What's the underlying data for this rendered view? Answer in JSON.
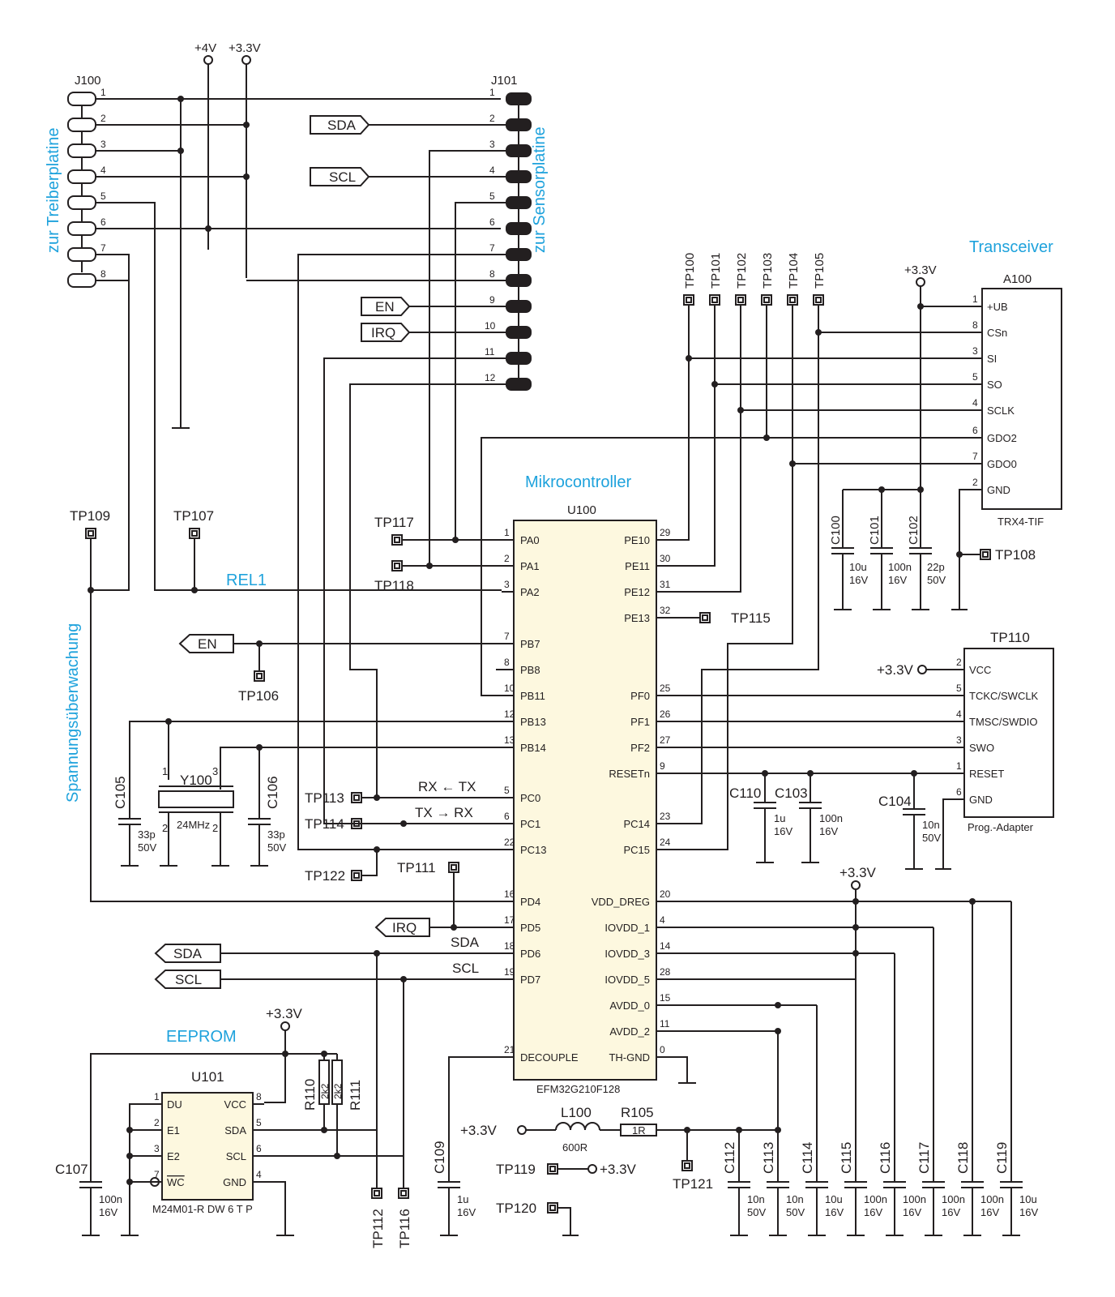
{
  "colors": {
    "line": "#231f20",
    "section_label": "#1ea2dc",
    "ic_fill": "#fdf8df"
  },
  "sections": {
    "treiber": "zur Treiberplatine",
    "sensor": "zur Sensorplatine",
    "spannung": "Spannungsüberwachung",
    "transceiver": "Transceiver",
    "mikrocontroller": "Mikrocontroller",
    "eeprom": "EEPROM"
  },
  "rails": {
    "v4": "+4V",
    "v33": "+3.3V"
  },
  "j100": {
    "ref": "J100",
    "pins": [
      "1",
      "2",
      "3",
      "4",
      "5",
      "6",
      "7",
      "8"
    ]
  },
  "j101": {
    "ref": "J101",
    "pins": [
      "1",
      "2",
      "3",
      "4",
      "5",
      "6",
      "7",
      "8",
      "9",
      "10",
      "11",
      "12"
    ]
  },
  "flags": {
    "sda": "SDA",
    "scl": "SCL",
    "en": "EN",
    "irq": "IRQ"
  },
  "u100": {
    "title": "U100",
    "part": "EFM32G210F128",
    "left": [
      {
        "num": "1",
        "name": "PA0"
      },
      {
        "num": "2",
        "name": "PA1"
      },
      {
        "num": "3",
        "name": "PA2"
      },
      {
        "num": "7",
        "name": "PB7"
      },
      {
        "num": "8",
        "name": "PB8"
      },
      {
        "num": "10",
        "name": "PB11"
      },
      {
        "num": "12",
        "name": "PB13"
      },
      {
        "num": "13",
        "name": "PB14"
      },
      {
        "num": "5",
        "name": "PC0"
      },
      {
        "num": "6",
        "name": "PC1"
      },
      {
        "num": "22",
        "name": "PC13"
      },
      {
        "num": "16",
        "name": "PD4"
      },
      {
        "num": "17",
        "name": "PD5"
      },
      {
        "num": "18",
        "name": "PD6"
      },
      {
        "num": "19",
        "name": "PD7"
      },
      {
        "num": "21",
        "name": "DECOUPLE"
      }
    ],
    "right": [
      {
        "num": "29",
        "name": "PE10"
      },
      {
        "num": "30",
        "name": "PE11"
      },
      {
        "num": "31",
        "name": "PE12"
      },
      {
        "num": "32",
        "name": "PE13"
      },
      {
        "num": "25",
        "name": "PF0"
      },
      {
        "num": "26",
        "name": "PF1"
      },
      {
        "num": "27",
        "name": "PF2"
      },
      {
        "num": "9",
        "name": "RESETn"
      },
      {
        "num": "23",
        "name": "PC14"
      },
      {
        "num": "24",
        "name": "PC15"
      },
      {
        "num": "20",
        "name": "VDD_DREG"
      },
      {
        "num": "4",
        "name": "IOVDD_1"
      },
      {
        "num": "14",
        "name": "IOVDD_3"
      },
      {
        "num": "28",
        "name": "IOVDD_5"
      },
      {
        "num": "15",
        "name": "AVDD_0"
      },
      {
        "num": "11",
        "name": "AVDD_2"
      },
      {
        "num": "0",
        "name": "TH-GND"
      }
    ]
  },
  "a100": {
    "title": "A100",
    "part": "TRX4-TIF",
    "pins": [
      {
        "num": "1",
        "name": "+UB"
      },
      {
        "num": "8",
        "name": "CSn"
      },
      {
        "num": "3",
        "name": "SI"
      },
      {
        "num": "5",
        "name": "SO"
      },
      {
        "num": "4",
        "name": "SCLK"
      },
      {
        "num": "6",
        "name": "GDO2"
      },
      {
        "num": "7",
        "name": "GDO0"
      },
      {
        "num": "2",
        "name": "GND"
      }
    ]
  },
  "tp110": {
    "title": "TP110",
    "part": "Prog.-Adapter",
    "pins": [
      {
        "num": "2",
        "name": "VCC"
      },
      {
        "num": "5",
        "name": "TCKC/SWCLK"
      },
      {
        "num": "4",
        "name": "TMSC/SWDIO"
      },
      {
        "num": "3",
        "name": "SWO"
      },
      {
        "num": "1",
        "name": "RESET"
      },
      {
        "num": "6",
        "name": "GND"
      }
    ]
  },
  "u101": {
    "title": "U101",
    "part": "M24M01-R DW 6 T P",
    "left": [
      {
        "num": "1",
        "name": "DU"
      },
      {
        "num": "2",
        "name": "E1"
      },
      {
        "num": "3",
        "name": "E2"
      },
      {
        "num": "7",
        "name": "WC"
      }
    ],
    "right": [
      {
        "num": "8",
        "name": "VCC"
      },
      {
        "num": "5",
        "name": "SDA"
      },
      {
        "num": "6",
        "name": "SCL"
      },
      {
        "num": "4",
        "name": "GND"
      }
    ]
  },
  "testpoints": {
    "tp100": "TP100",
    "tp101": "TP101",
    "tp102": "TP102",
    "tp103": "TP103",
    "tp104": "TP104",
    "tp105": "TP105",
    "tp106": "TP106",
    "tp107": "TP107",
    "tp108": "TP108",
    "tp109": "TP109",
    "tp111": "TP111",
    "tp112": "TP112",
    "tp113": "TP113",
    "tp114": "TP114",
    "tp115": "TP115",
    "tp116": "TP116",
    "tp117": "TP117",
    "tp118": "TP118",
    "tp119": "TP119",
    "tp120": "TP120",
    "tp121": "TP121",
    "tp122": "TP122"
  },
  "nets": {
    "rel1": "REL1",
    "rxtx": "RX ← TX",
    "txrx": "TX → RX",
    "sda": "SDA",
    "scl": "SCL"
  },
  "crystal": {
    "ref": "Y100",
    "value": "24MHz",
    "pin1": "1",
    "pin2": "2",
    "pin3": "3",
    "pin4": "2"
  },
  "caps": {
    "c100": {
      "ref": "C100",
      "v1": "10u",
      "v2": "16V"
    },
    "c101": {
      "ref": "C101",
      "v1": "100n",
      "v2": "16V"
    },
    "c102": {
      "ref": "C102",
      "v1": "22p",
      "v2": "50V"
    },
    "c103": {
      "ref": "C103",
      "v1": "100n",
      "v2": "16V"
    },
    "c104": {
      "ref": "C104",
      "v1": "10n",
      "v2": "50V"
    },
    "c105": {
      "ref": "C105",
      "v1": "33p",
      "v2": "50V"
    },
    "c106": {
      "ref": "C106",
      "v1": "33p",
      "v2": "50V"
    },
    "c107": {
      "ref": "C107",
      "v1": "100n",
      "v2": "16V"
    },
    "c109": {
      "ref": "C109",
      "v1": "1u",
      "v2": "16V"
    },
    "c110": {
      "ref": "C110",
      "v1": "1u",
      "v2": "16V"
    },
    "c112": {
      "ref": "C112",
      "v1": "10n",
      "v2": "50V"
    },
    "c113": {
      "ref": "C113",
      "v1": "10n",
      "v2": "50V"
    },
    "c114": {
      "ref": "C114",
      "v1": "10u",
      "v2": "16V"
    },
    "c115": {
      "ref": "C115",
      "v1": "100n",
      "v2": "16V"
    },
    "c116": {
      "ref": "C116",
      "v1": "100n",
      "v2": "16V"
    },
    "c117": {
      "ref": "C117",
      "v1": "100n",
      "v2": "16V"
    },
    "c118": {
      "ref": "C118",
      "v1": "100n",
      "v2": "16V"
    },
    "c119": {
      "ref": "C119",
      "v1": "10u",
      "v2": "16V"
    }
  },
  "resistors": {
    "r110": {
      "ref": "R110",
      "value": "2k2"
    },
    "r111": {
      "ref": "R111",
      "value": "2k2"
    },
    "r105": {
      "ref": "R105",
      "value": "1R"
    }
  },
  "inductor": {
    "ref": "L100",
    "value": "600R"
  }
}
